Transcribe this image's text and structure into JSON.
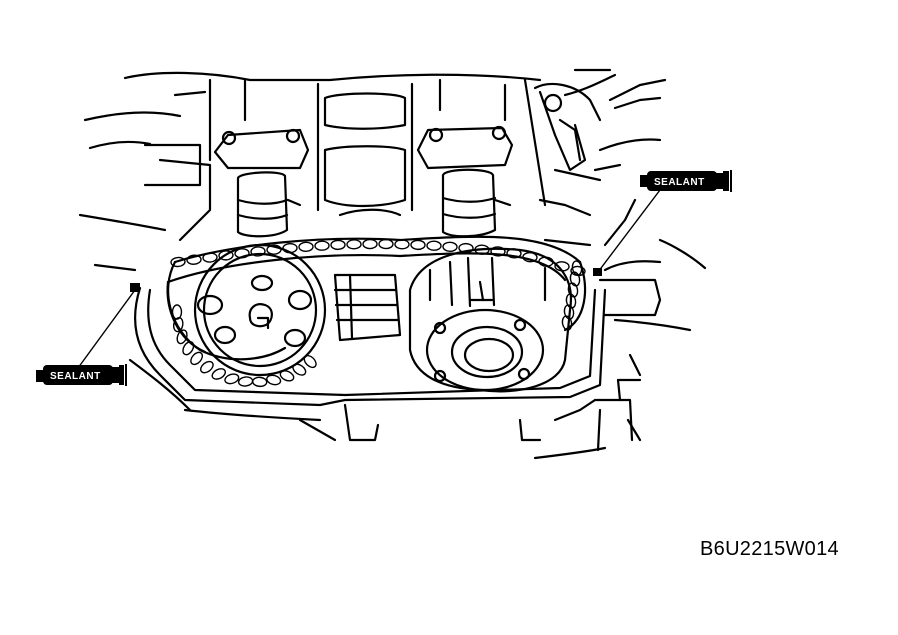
{
  "labels": {
    "sealant_right": "SEALANT",
    "sealant_left": "SEALANT"
  },
  "figure_code": "B6U2215W014"
}
